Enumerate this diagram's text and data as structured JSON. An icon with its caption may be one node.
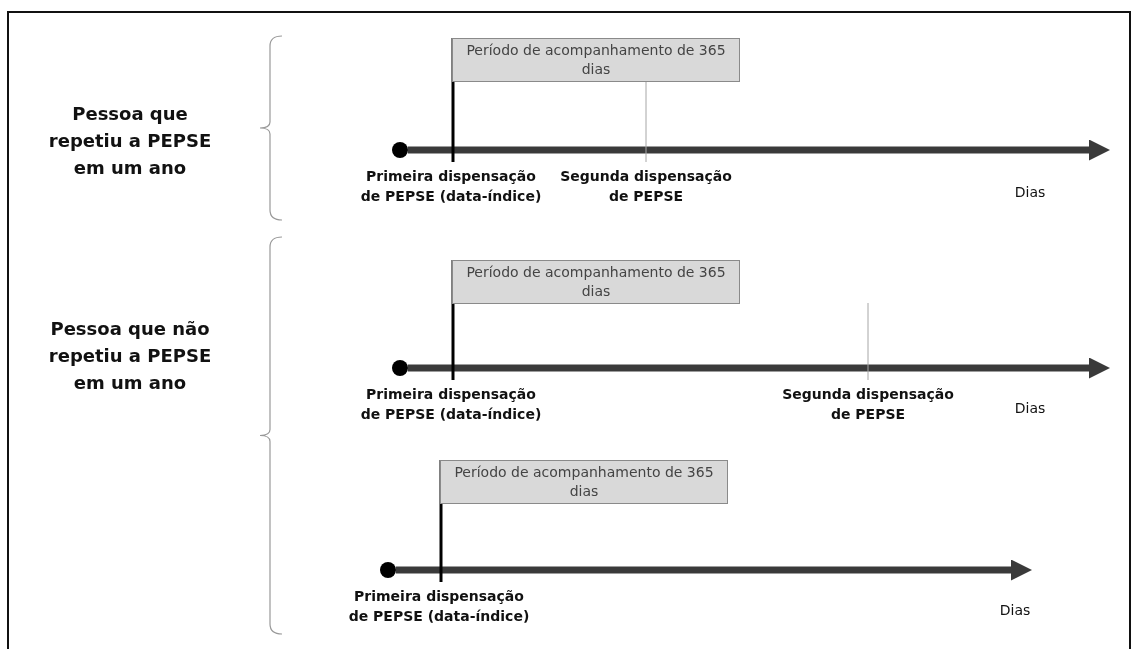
{
  "diagram": {
    "nodes": [
      {
        "text": [],
        "shape": "circle"
      },
      {
        "text": [
          "Período de acompanhamento de 365 dias"
        ]
      },
      {
        "text": [
          "Primeira dispensação de PEPSE (data-índice)"
        ]
      },
      {
        "text": [
          "Segunda dispensação de PEPSE"
        ]
      },
      {
        "text": [],
        "shape": "circle"
      },
      {
        "text": [
          "Período de acompanhamento de 365 dias"
        ]
      },
      {
        "text": [
          "Primeira dispensação de PEPSE (data-índice)"
        ]
      },
      {
        "text": [
          "Segunda dispensação de PEPSE"
        ]
      },
      {
        "text": [],
        "shape": "circle"
      },
      {
        "text": [
          "Período de acompanhamento de 365 dias"
        ]
      },
      {
        "text": [
          "Primeira dispensação de PEPSE (data-índice)"
        ]
      }
    ],
    "edges": [
      {
        "from": 0,
        "to": null,
        "arrow": "to",
        "style": "thick"
      },
      {
        "from": 1,
        "to": 2,
        "arrow": "none",
        "color": "#000000"
      },
      {
        "from": 1,
        "to": 3,
        "arrow": "none",
        "color": "#a6a6a6"
      },
      {
        "from": 4,
        "to": null,
        "arrow": "to",
        "style": "thick"
      },
      {
        "from": 5,
        "to": 6,
        "arrow": "none",
        "color": "#000000"
      },
      {
        "from": null,
        "to": 7,
        "arrow": "none",
        "color": "#a6a6a6"
      },
      {
        "from": 8,
        "to": null,
        "arrow": "to",
        "style": "thick"
      },
      {
        "from": 9,
        "to": 10,
        "arrow": "none",
        "color": "#000000"
      }
    ],
    "labels": [
      "Pessoa que repetiu a PEPSE em um ano",
      "Dias",
      "Pessoa que não repetiu a PEPSE em um ano",
      "Dias",
      "Dias"
    ]
  }
}
